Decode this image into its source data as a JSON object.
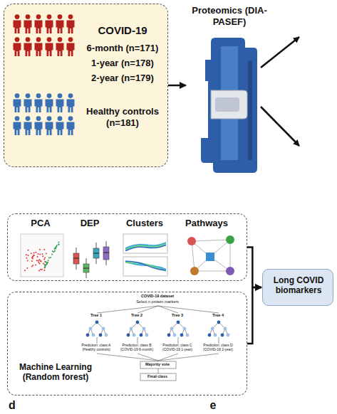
{
  "diagram": {
    "nodes": [
      {
        "text": [
          "COVID-19",
          "6-month (n=171)",
          "1-year (n=178)",
          "2-year (n=179)",
          "Healthy controls (n=181)"
        ]
      },
      {
        "text": [
          "Proteomics (DIA-PASEF)"
        ]
      },
      {
        "text": [
          "PCA",
          "DEP",
          "Clusters",
          "Pathways"
        ]
      },
      {
        "text": [
          "Machine Learning (Random forest)"
        ]
      },
      {
        "text": [
          "Long COVID biomarkers"
        ]
      }
    ],
    "edges": [
      {
        "from": 0,
        "to": 1,
        "arrow": "to"
      },
      {
        "from": 2,
        "to": 4,
        "arrow": "to"
      },
      {
        "from": 3,
        "to": 4,
        "arrow": "to"
      }
    ],
    "labels": [
      "COVID-19 dataset",
      "Select n protein markers",
      "Tree 1",
      "Tree 2",
      "Tree 3",
      "Tree 4",
      "Prediction: class A (Healthy controls)",
      "Prediction: class B (COVID-19 6-month)",
      "Prediction: class C (COVID-19 1-year)",
      "Prediction: class D (COVID-19 2-year)",
      "Majority vote",
      "Final class",
      "d",
      "e"
    ]
  }
}
